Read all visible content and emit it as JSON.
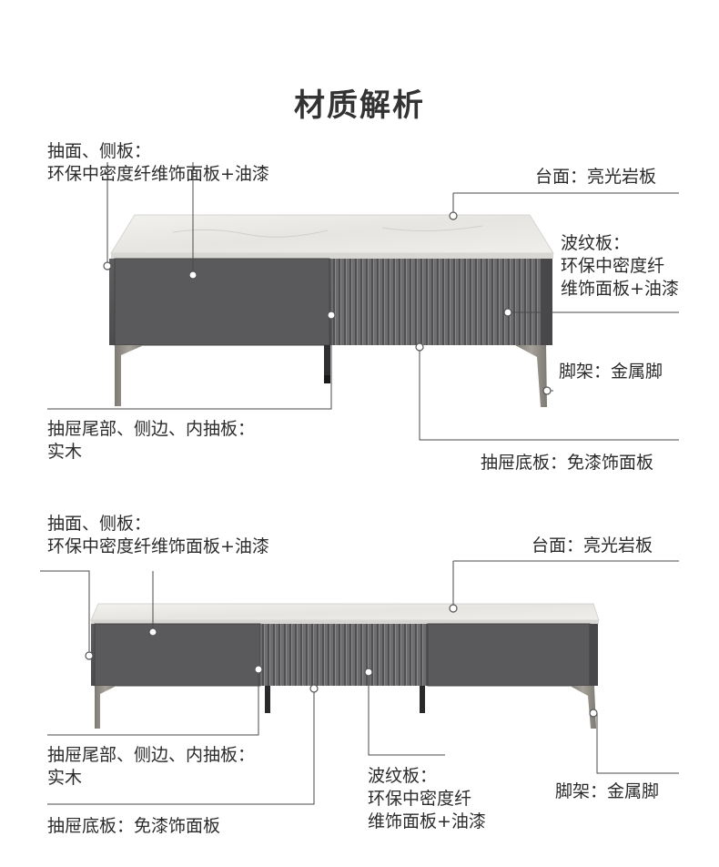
{
  "title": "材质解析",
  "section1": {
    "front_side": [
      "抽面、侧板：",
      "环保中密度纤维饰面板+油漆"
    ],
    "top": "台面：亮光岩板",
    "ribbed": [
      "波纹板：",
      "环保中密度纤",
      "维饰面板+油漆"
    ],
    "legs": "脚架：金属脚",
    "drawer_back": [
      "抽屉尾部、侧边、内抽板：",
      "实木"
    ],
    "drawer_bottom": "抽屉底板：免漆饰面板"
  },
  "section2": {
    "front_side": [
      "抽面、侧板：",
      "环保中密度纤维饰面板+油漆"
    ],
    "top": "台面：亮光岩板",
    "drawer_back": [
      "抽屉尾部、侧边、内抽板：",
      "实木"
    ],
    "ribbed": [
      "波纹板：",
      "环保中密度纤",
      "维饰面板+油漆"
    ],
    "legs": "脚架：金属脚",
    "drawer_bottom": "抽屉底板：免漆饰面板"
  },
  "colors": {
    "marble": "#ebe9e6",
    "cabinet": "#57575a",
    "ribbed": "#6b6b6e",
    "leg": "#8e8a82"
  }
}
